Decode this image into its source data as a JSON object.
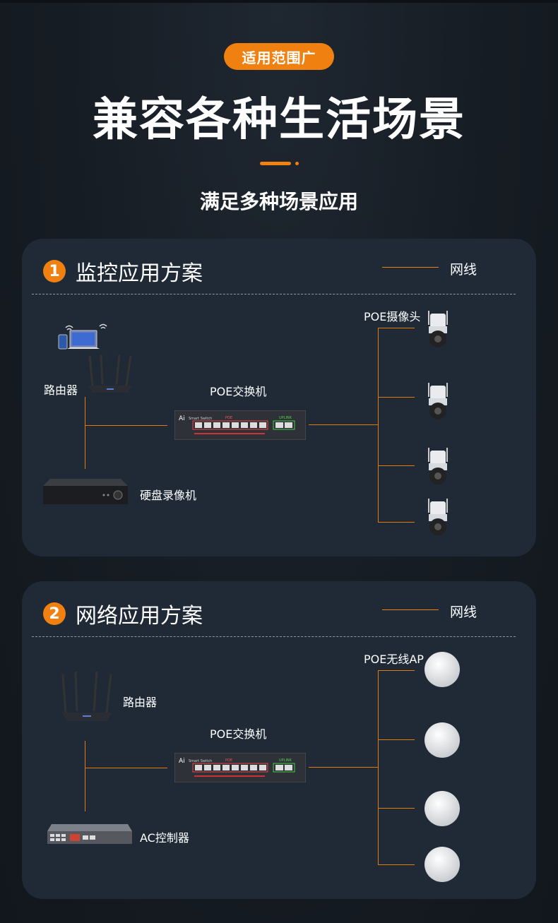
{
  "header": {
    "badge": "适用范围广",
    "title": "兼容各种生活场景",
    "subtitle": "满足多种场景应用"
  },
  "panel1": {
    "number": "1",
    "title": "监控应用方案",
    "legend": "网线",
    "router_label": "路由器",
    "switch_label": "POE交换机",
    "nvr_label": "硬盘录像机",
    "camera_label": "POE摄像头"
  },
  "panel2": {
    "number": "2",
    "title": "网络应用方案",
    "legend": "网线",
    "router_label": "路由器",
    "switch_label": "POE交换机",
    "controller_label": "AC控制器",
    "ap_label": "POE无线AP"
  },
  "switch_text": {
    "brand": "Ai",
    "model": "Smart Switch",
    "poe": "POE",
    "uplink": "UPLINK"
  },
  "colors": {
    "accent": "#f08010",
    "panel": "#1f2a36",
    "wire": "#e07a10"
  }
}
